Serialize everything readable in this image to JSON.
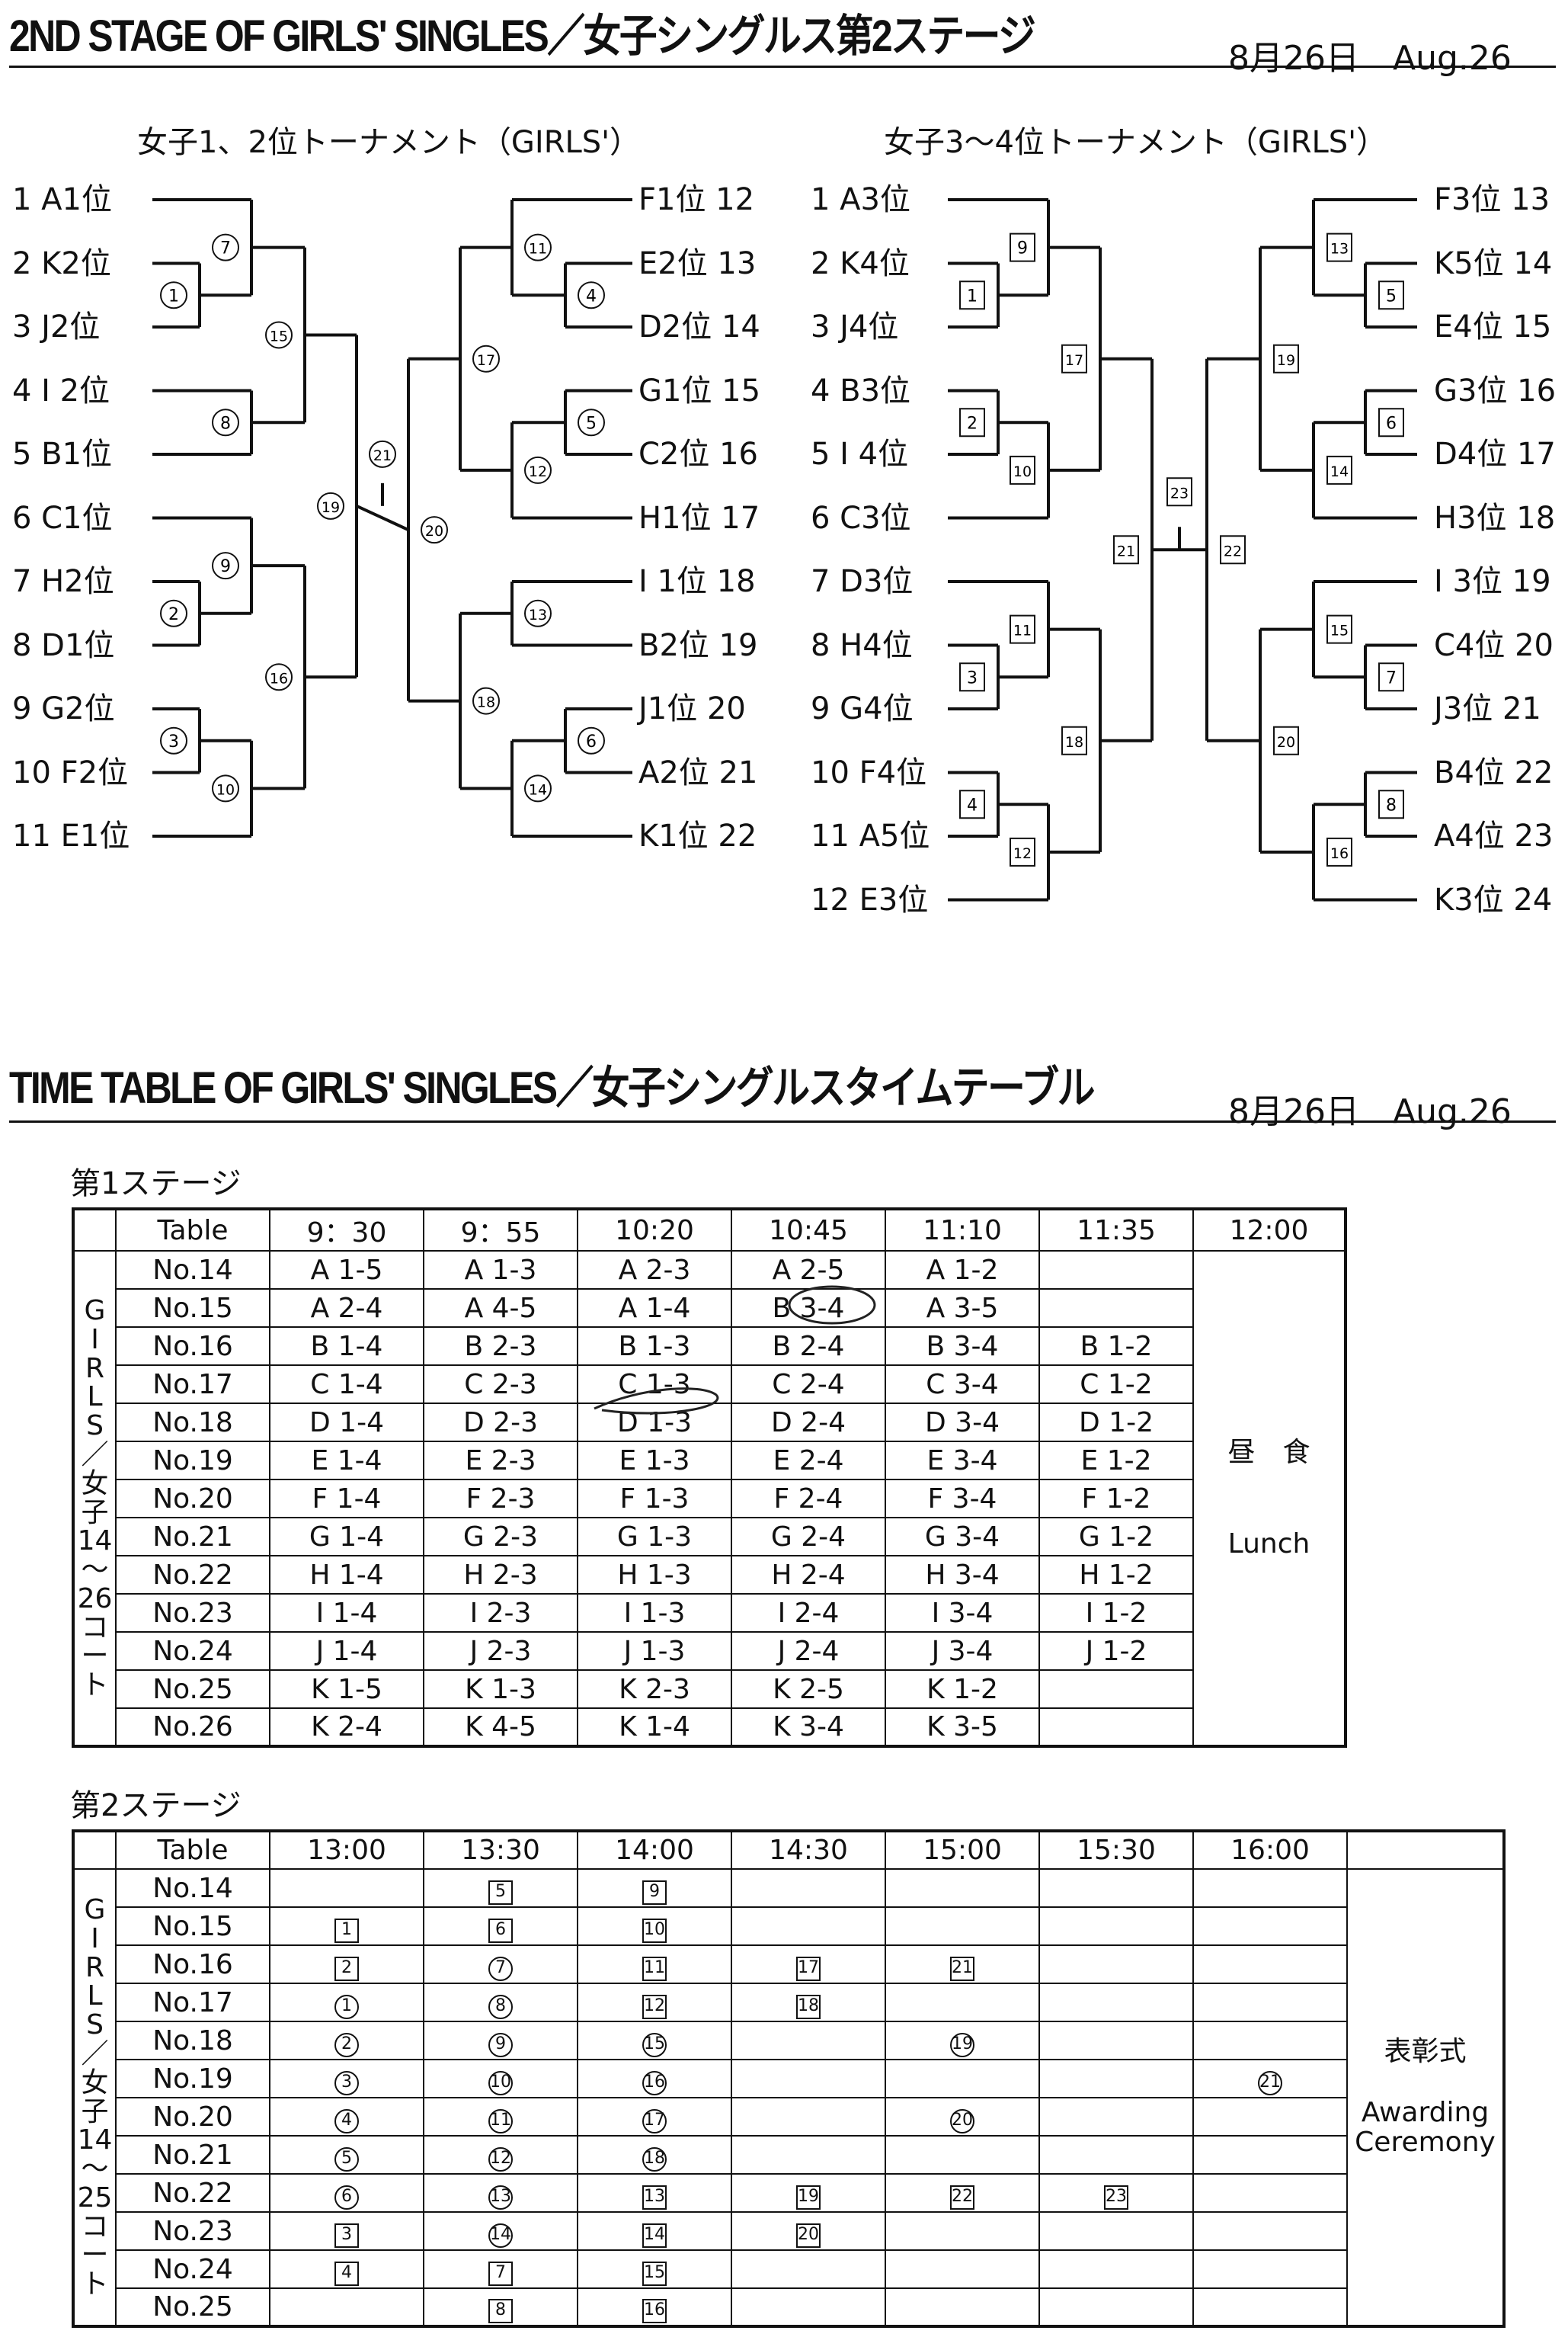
{
  "section1": {
    "title": "2ND STAGE OF GIRLS' SINGLES／女子シングルス第2ステージ",
    "date": "8月26日　Aug.26"
  },
  "bracket_left": {
    "title": "女子1、2位トーナメント（GIRLS'）",
    "left_players": [
      "1 A1位",
      "2 K2位",
      "3 J2位",
      "4 I 2位",
      "5 B1位",
      "6 C1位",
      "7 H2位",
      "8 D1位",
      "9 G2位",
      "10 F2位",
      "11 E1位"
    ],
    "right_players": [
      "F1位 12",
      "E2位 13",
      "D2位 14",
      "G1位 15",
      "C2位 16",
      "H1位 17",
      "I 1位 18",
      "B2位 19",
      "J1位 20",
      "A2位 21",
      "K1位 22"
    ],
    "matches": [
      "1",
      "2",
      "3",
      "4",
      "5",
      "6",
      "7",
      "8",
      "9",
      "10",
      "11",
      "12",
      "13",
      "14",
      "15",
      "16",
      "17",
      "18",
      "19",
      "20",
      "21"
    ]
  },
  "bracket_right": {
    "title": "女子3～4位トーナメント（GIRLS'）",
    "left_players": [
      "1 A3位",
      "2 K4位",
      "3 J4位",
      "4 B3位",
      "5 I 4位",
      "6 C3位",
      "7 D3位",
      "8 H4位",
      "9 G4位",
      "10 F4位",
      "11 A5位",
      "12 E3位"
    ],
    "right_players": [
      "F3位 13",
      "K5位 14",
      "E4位 15",
      "G3位 16",
      "D4位 17",
      "H3位 18",
      "I 3位 19",
      "C4位 20",
      "J3位 21",
      "B4位 22",
      "A4位 23",
      "K3位 24"
    ],
    "matches": [
      "1",
      "2",
      "3",
      "4",
      "5",
      "6",
      "7",
      "8",
      "9",
      "10",
      "11",
      "12",
      "13",
      "14",
      "15",
      "16",
      "17",
      "18",
      "19",
      "20",
      "21",
      "22",
      "23"
    ]
  },
  "section2": {
    "title": "TIME TABLE OF GIRLS' SINGLES／女子シングルスタイムテーブル",
    "date": "8月26日　Aug.26"
  },
  "stage1": {
    "label": "第1ステージ",
    "side_label": "GIRLS／女子14～26コート",
    "side_chars": [
      "G",
      "I",
      "R",
      "L",
      "S",
      "／",
      "女",
      "子",
      "14",
      "～",
      "26",
      "コ",
      "ー",
      "ト"
    ],
    "header": [
      "Table",
      "9：30",
      "9：55",
      "10:20",
      "10:45",
      "11:10",
      "11:35",
      "12:00"
    ],
    "rows": [
      [
        "No.14",
        "A 1-5",
        "A 1-3",
        "A 2-3",
        "A 2-5",
        "A 1-2",
        ""
      ],
      [
        "No.15",
        "A 2-4",
        "A 4-5",
        "A 1-4",
        "B 3-4",
        "A 3-5",
        ""
      ],
      [
        "No.16",
        "B 1-4",
        "B 2-3",
        "B 1-3",
        "B 2-4",
        "B 3-4",
        "B 1-2"
      ],
      [
        "No.17",
        "C 1-4",
        "C 2-3",
        "C 1-3",
        "C 2-4",
        "C 3-4",
        "C 1-2"
      ],
      [
        "No.18",
        "D 1-4",
        "D 2-3",
        "D 1-3",
        "D 2-4",
        "D 3-4",
        "D 1-2"
      ],
      [
        "No.19",
        "E 1-4",
        "E 2-3",
        "E 1-3",
        "E 2-4",
        "E 3-4",
        "E 1-2"
      ],
      [
        "No.20",
        "F 1-4",
        "F 2-3",
        "F 1-3",
        "F 2-4",
        "F 3-4",
        "F 1-2"
      ],
      [
        "No.21",
        "G 1-4",
        "G 2-3",
        "G 1-3",
        "G 2-4",
        "G 3-4",
        "G 1-2"
      ],
      [
        "No.22",
        "H 1-4",
        "H 2-3",
        "H 1-3",
        "H 2-4",
        "H 3-4",
        "H 1-2"
      ],
      [
        "No.23",
        "I 1-4",
        "I 2-3",
        "I 1-3",
        "I 2-4",
        "I 3-4",
        "I 1-2"
      ],
      [
        "No.24",
        "J 1-4",
        "J 2-3",
        "J 1-3",
        "J 2-4",
        "J 3-4",
        "J 1-2"
      ],
      [
        "No.25",
        "K 1-5",
        "K 1-3",
        "K 2-3",
        "K 2-5",
        "K 1-2",
        ""
      ],
      [
        "No.26",
        "K 2-4",
        "K 4-5",
        "K 1-4",
        "K 3-4",
        "K 3-5",
        ""
      ]
    ],
    "lunch_jp": "昼　食",
    "lunch_en": "Lunch"
  },
  "stage2": {
    "label": "第2ステージ",
    "side_label": "GIRLS／女子14～25コート",
    "side_chars": [
      "G",
      "I",
      "R",
      "L",
      "S",
      "／",
      "女",
      "子",
      "14",
      "～",
      "25",
      "コ",
      "ー",
      "ト"
    ],
    "header": [
      "Table",
      "13:00",
      "13:30",
      "14:00",
      "14:30",
      "15:00",
      "15:30",
      "16:00"
    ],
    "rows": [
      [
        "No.14",
        "",
        "s5",
        "s9",
        "",
        "",
        "",
        ""
      ],
      [
        "No.15",
        "s1",
        "s6",
        "s10",
        "",
        "",
        "",
        ""
      ],
      [
        "No.16",
        "s2",
        "c7",
        "s11",
        "s17",
        "s21",
        "",
        ""
      ],
      [
        "No.17",
        "c1",
        "c8",
        "s12",
        "s18",
        "",
        "",
        ""
      ],
      [
        "No.18",
        "c2",
        "c9",
        "c15",
        "",
        "c19",
        "",
        ""
      ],
      [
        "No.19",
        "c3",
        "c10",
        "c16",
        "",
        "",
        "",
        "c21"
      ],
      [
        "No.20",
        "c4",
        "c11",
        "c17",
        "",
        "c20",
        "",
        ""
      ],
      [
        "No.21",
        "c5",
        "c12",
        "c18",
        "",
        "",
        "",
        ""
      ],
      [
        "No.22",
        "c6",
        "c13",
        "s13",
        "s19",
        "s22",
        "s23",
        ""
      ],
      [
        "No.23",
        "s3",
        "c14",
        "s14",
        "s20",
        "",
        "",
        ""
      ],
      [
        "No.24",
        "s4",
        "s7",
        "s15",
        "",
        "",
        "",
        ""
      ],
      [
        "No.25",
        "",
        "s8",
        "s16",
        "",
        "",
        "",
        ""
      ]
    ],
    "award_jp": "表彰式",
    "award_en": "Awarding Ceremony"
  }
}
